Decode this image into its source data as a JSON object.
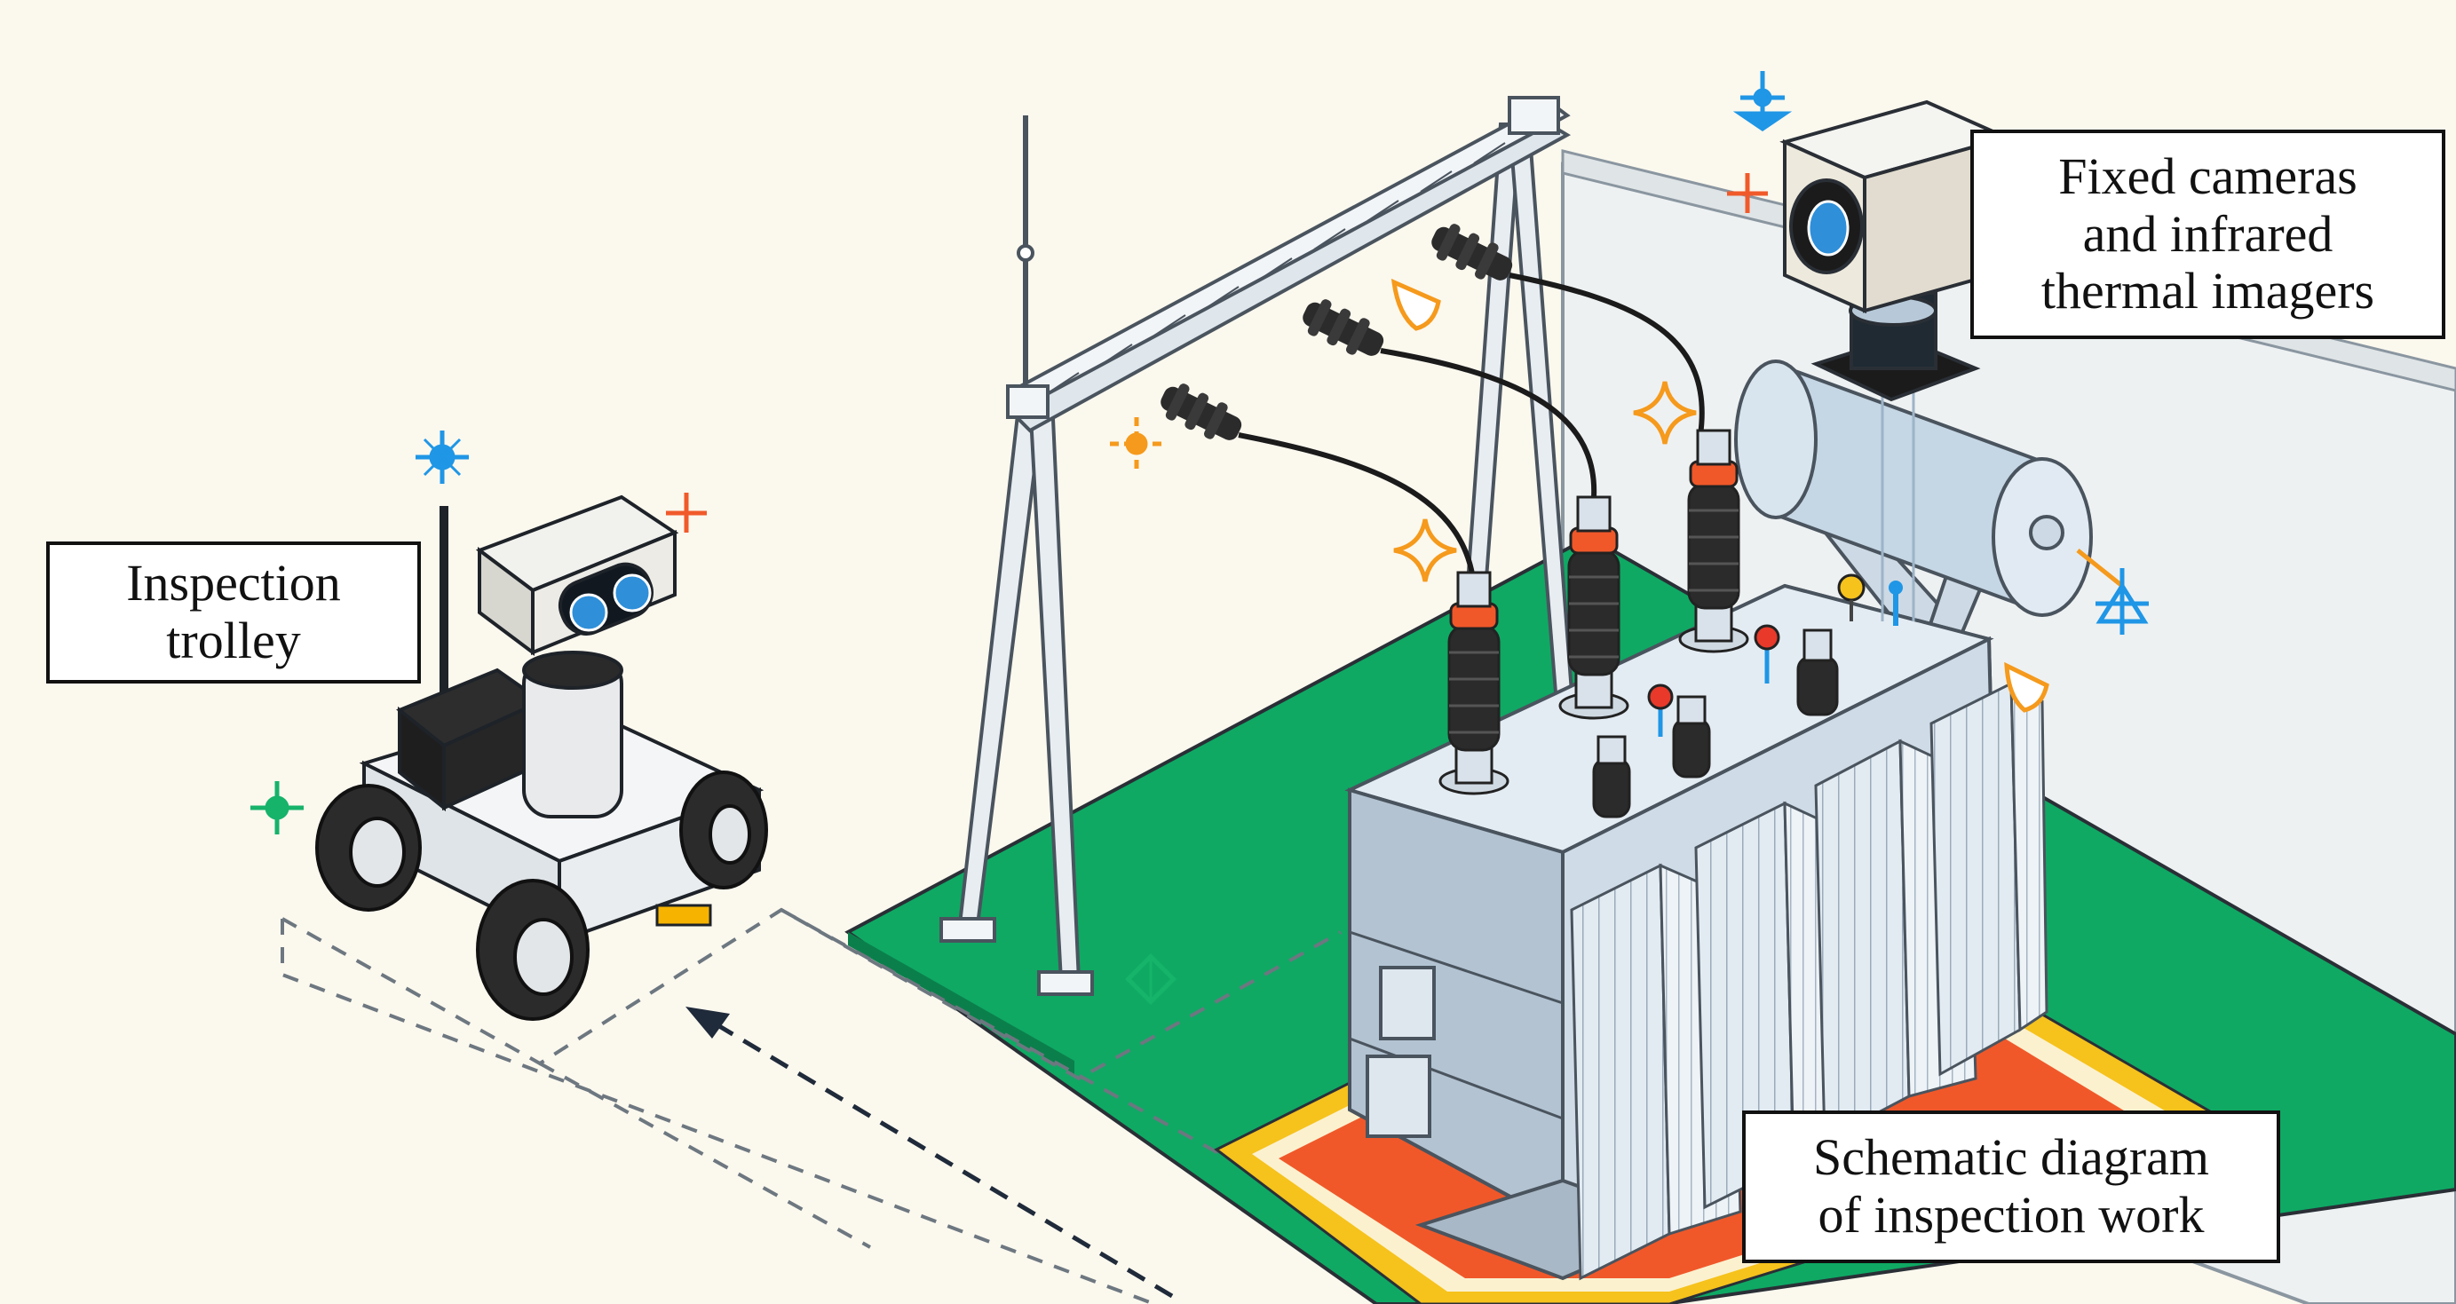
{
  "labels": {
    "inspection_trolley": [
      "Inspection",
      "trolley"
    ],
    "fixed_cameras": [
      "Fixed cameras",
      "and infrared",
      "thermal imagers"
    ],
    "schematic": [
      "Schematic diagram",
      "of inspection work"
    ]
  },
  "colors": {
    "background": "#fbf8ee",
    "green_pad": "#0fa964",
    "orange_zone": "#f0582a",
    "yellow_zone": "#f6c21c",
    "equipment_light": "#dde7ef",
    "equipment_mid": "#b9c8d6",
    "insulator_dark": "#2b2b2b",
    "accent_orange": "#f07b2a",
    "accent_blue": "#1f96e6",
    "accent_green": "#16b36a",
    "outline": "#2a2f36"
  },
  "icons": [
    "sparkle-blue-icon",
    "plus-orange-icon",
    "sparkle-green-icon",
    "sparkle-orange-icon",
    "diamond-outline-icon",
    "cone-icon",
    "pin-red-icon",
    "bulb-yellow-icon",
    "sensor-blue-icon"
  ]
}
